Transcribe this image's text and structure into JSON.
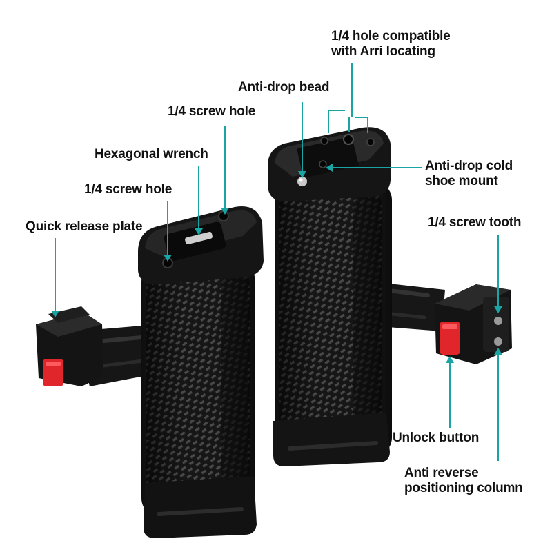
{
  "colors": {
    "callout_line": "#1aa5a5",
    "label_text": "#111111",
    "background": "#ffffff",
    "grip_dark": "#1b1b1b",
    "carbon_light": "#3a3a3a",
    "button_red": "#e0252b"
  },
  "labels": {
    "arri_hole_line1": "1/4 hole compatible",
    "arri_hole_line2": "with Arri locating",
    "anti_drop_bead": "Anti-drop bead",
    "screw_hole_top": "1/4 screw hole",
    "hex_wrench": "Hexagonal wrench",
    "screw_hole_lower": "1/4 screw hole",
    "quick_release": "Quick release plate",
    "cold_shoe_line1": "Anti-drop cold",
    "cold_shoe_line2": "shoe mount",
    "screw_tooth": "1/4 screw tooth",
    "unlock_button": "Unlock button",
    "anti_reverse_line1": "Anti reverse",
    "anti_reverse_line2": "positioning column"
  }
}
